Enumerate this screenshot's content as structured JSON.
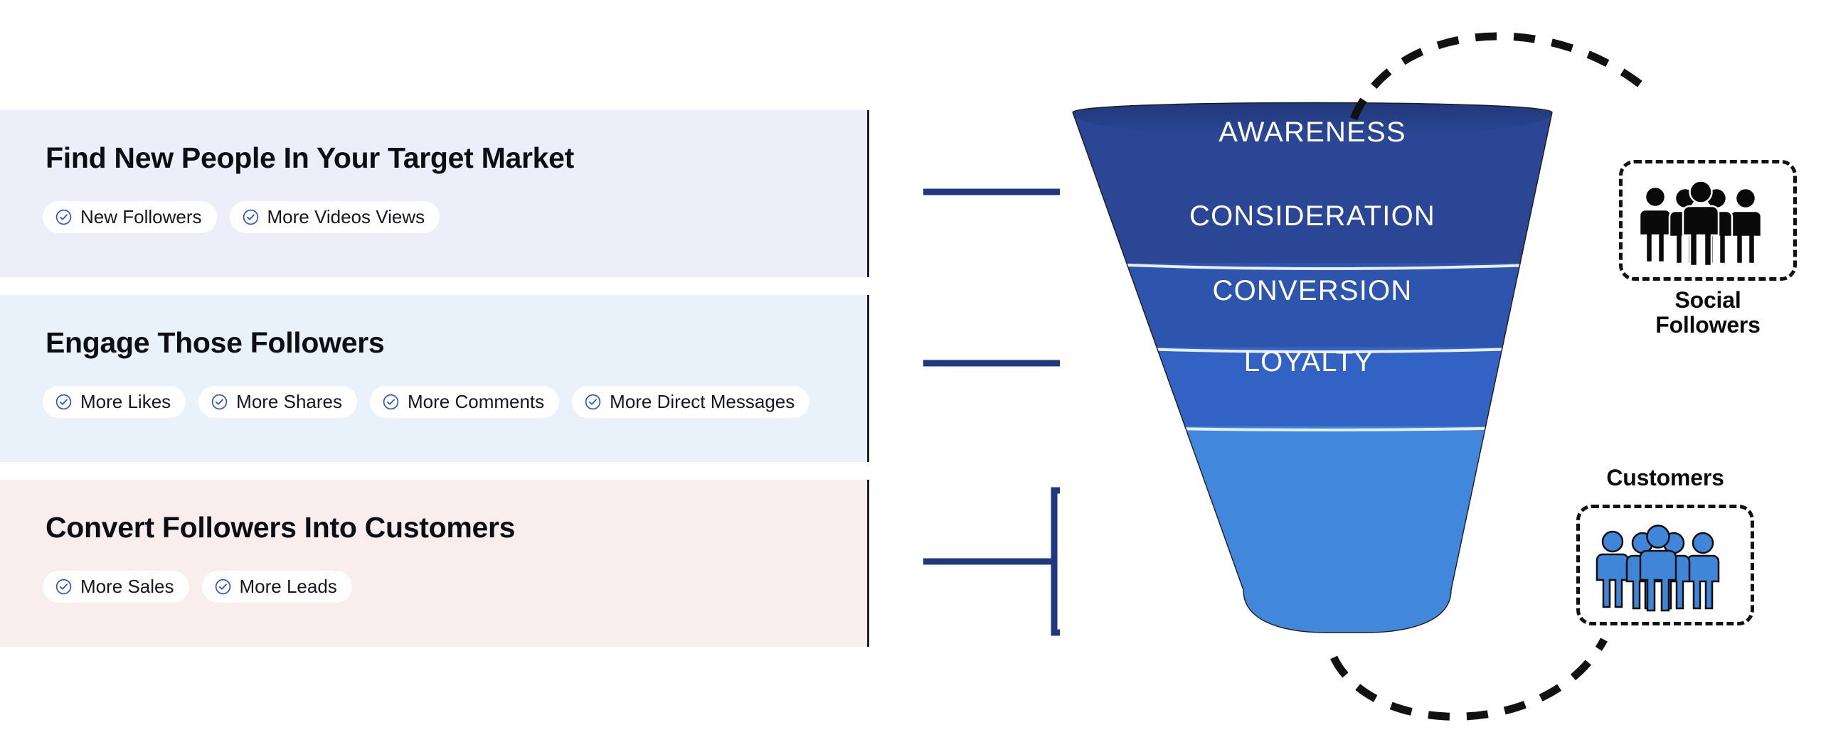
{
  "panels": [
    {
      "id": "awareness-panel",
      "title": "Find New People In Your Target Market",
      "bg": "#eeeefa",
      "chips": [
        "New Followers",
        "More Videos Views"
      ]
    },
    {
      "id": "engagement-panel",
      "title": "Engage Those Followers",
      "bg": "#e9f2fb",
      "chips": [
        "More Likes",
        "More Shares",
        "More Comments",
        "More Direct Messages"
      ]
    },
    {
      "id": "conversion-panel",
      "title": "Convert Followers Into Customers",
      "bg": "#f9edee",
      "chips": [
        "More Sales",
        "More Leads"
      ]
    }
  ],
  "funnel": {
    "stages": [
      {
        "label": "AWARENESS",
        "color": "#2a4694"
      },
      {
        "label": "CONSIDERATION",
        "color": "#2e55ae"
      },
      {
        "label": "CONVERSION",
        "color": "#3263c4"
      },
      {
        "label": "LOYALTY",
        "color": "#4187db"
      }
    ],
    "rim_color": "#233c7e",
    "divider_color": "#e9eef8"
  },
  "side_boxes": [
    {
      "id": "social-followers",
      "caption_line1": "Social",
      "caption_line2": "Followers",
      "people_color": "#0a0a0a",
      "caption_position": "below"
    },
    {
      "id": "customers",
      "caption_line1": "Customers",
      "caption_line2": "",
      "people_color": "#3f86d8",
      "caption_position": "above"
    }
  ],
  "connector_color": "#20387f",
  "icons": {
    "check": "circle-check-icon",
    "people": "people-group-icon",
    "arc": "dashed-arc-connector"
  }
}
